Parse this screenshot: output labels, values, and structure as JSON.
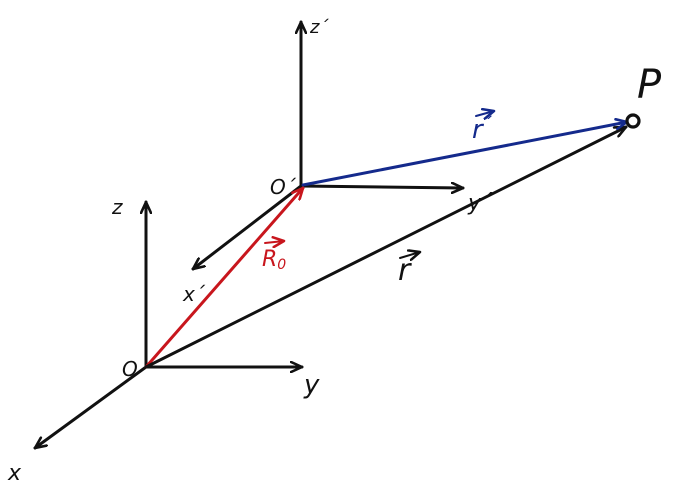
{
  "colors": {
    "ink": "#111111",
    "red": "#c8161d",
    "blue": "#142a8c",
    "background": "#ffffff"
  },
  "labels": {
    "origin": "O",
    "axis_x": "x",
    "axis_y": "y",
    "axis_z": "z",
    "origin_prime": "O´",
    "axis_x_prime": "x´",
    "axis_y_prime": "y´",
    "axis_z_prime": "z´",
    "point": "P",
    "vector_R0_letter": "R",
    "vector_R0_subscript": "0",
    "vector_r_letter": "r",
    "vector_r_prime_letter": "r",
    "vector_r_prime_mark": "´"
  }
}
